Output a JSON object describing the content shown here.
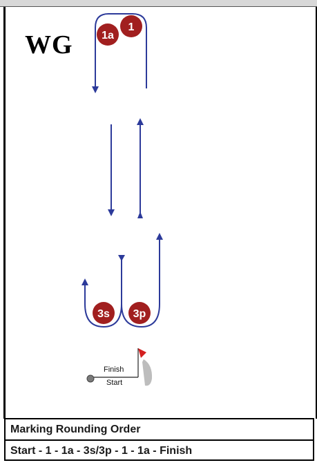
{
  "diagram": {
    "title": "WG",
    "marks": {
      "mark_1": "1",
      "mark_1a": "1a",
      "mark_3s": "3s",
      "mark_3p": "3p"
    },
    "finish_label": "Finish",
    "start_label": "Start",
    "colors": {
      "course_line": "#2c3a9a",
      "mark_fill": "#a11f1f",
      "mark_text": "#ffffff",
      "flag": "#d42020",
      "boat": "#bdbdbd"
    }
  },
  "table": {
    "header": "Marking Rounding Order",
    "order": "Start - 1 - 1a - 3s/3p - 1 - 1a - Finish"
  }
}
